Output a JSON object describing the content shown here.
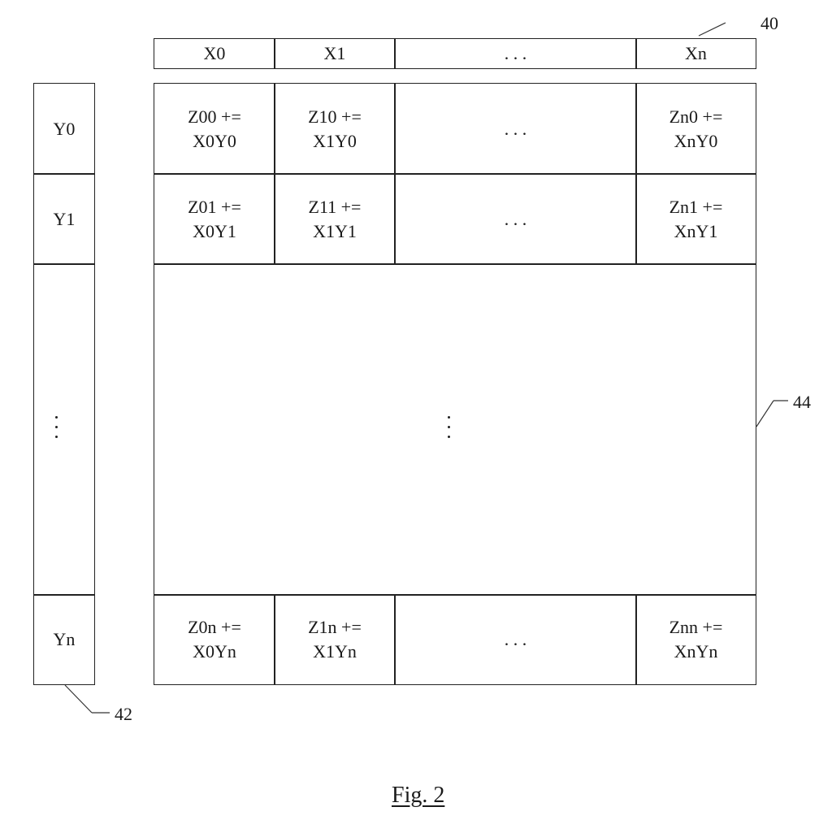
{
  "x_row": [
    "X0",
    "X1",
    ". . .",
    "Xn"
  ],
  "y_col": [
    "Y0",
    "Y1",
    "Yn"
  ],
  "grid": {
    "row0": [
      [
        "Z00 +=",
        "X0Y0"
      ],
      [
        "Z10 +=",
        "X1Y0"
      ],
      [
        ". . ."
      ],
      [
        "Zn0 +=",
        "XnY0"
      ]
    ],
    "row1": [
      [
        "Z01 +=",
        "X0Y1"
      ],
      [
        "Z11 +=",
        "X1Y1"
      ],
      [
        ". . ."
      ],
      [
        "Zn1 +=",
        "XnY1"
      ]
    ],
    "rown": [
      [
        "Z0n +=",
        "X0Yn"
      ],
      [
        "Z1n +=",
        "X1Yn"
      ],
      [
        ". . ."
      ],
      [
        "Znn +=",
        "XnYn"
      ]
    ]
  },
  "refs": {
    "x_array": "40",
    "y_array": "42",
    "z_grid": "44"
  },
  "caption": "Fig. 2"
}
